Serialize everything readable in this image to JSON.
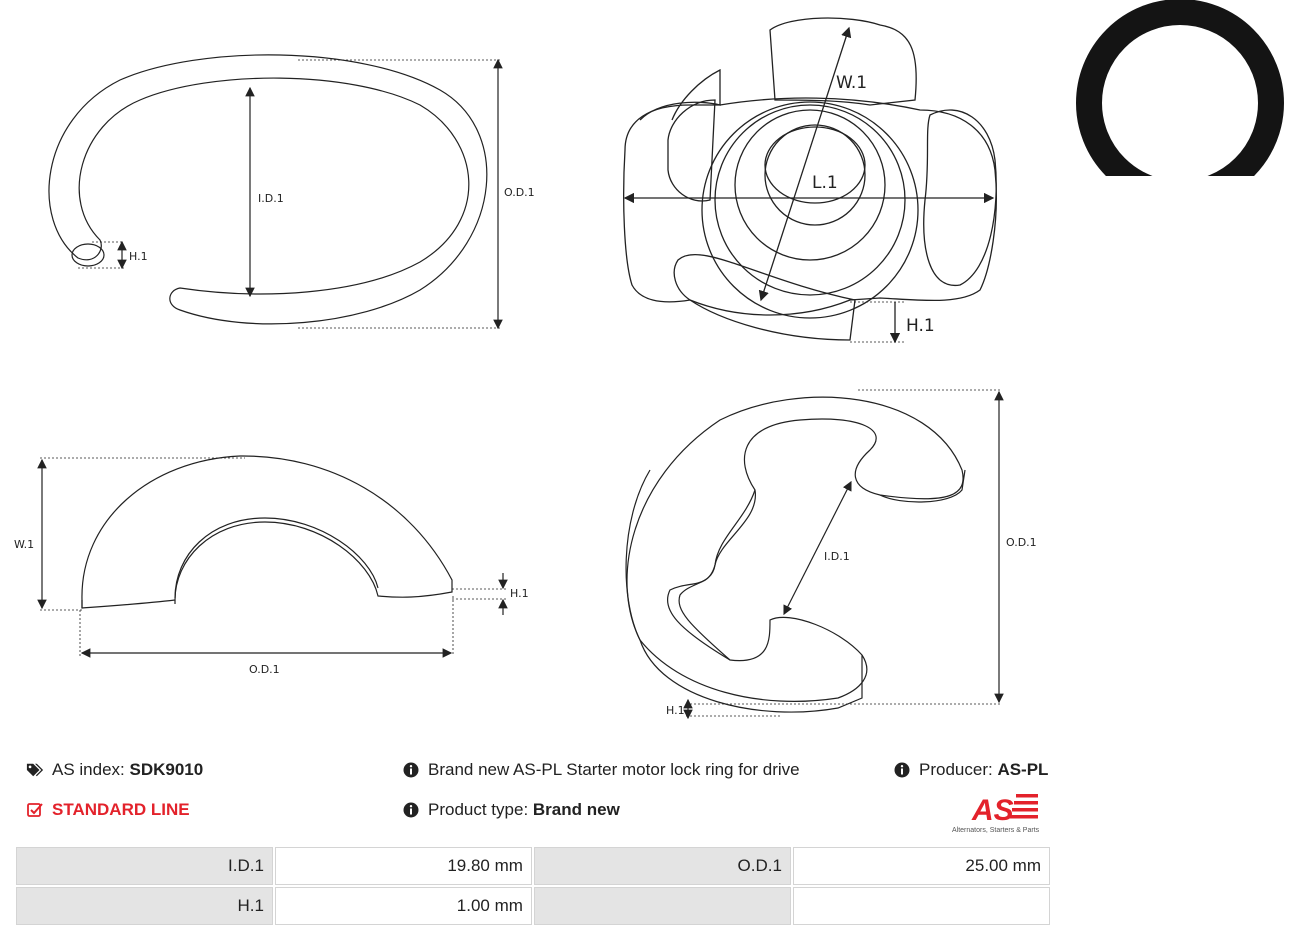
{
  "drawings": {
    "labels": {
      "id": "I.D.1",
      "od": "O.D.1",
      "h": "H.1",
      "w": "W.1",
      "l": "L.1"
    }
  },
  "info": {
    "as_index_label": "AS index:",
    "as_index_value": "SDK9010",
    "standard_line": "STANDARD LINE",
    "description": "Brand new AS-PL Starter motor lock ring for drive",
    "product_type_label": "Product type:",
    "product_type_value": "Brand new",
    "producer_label": "Producer:",
    "producer_value": "AS-PL"
  },
  "logo": {
    "text": "AS",
    "tagline": "Alternators, Starters & Parts",
    "color": "#e3222b"
  },
  "spec_table": {
    "rows": [
      {
        "k1": "I.D.1",
        "v1": "19.80 mm",
        "k2": "O.D.1",
        "v2": "25.00 mm"
      },
      {
        "k1": "H.1",
        "v1": "1.00 mm",
        "k2": "",
        "v2": ""
      }
    ]
  }
}
